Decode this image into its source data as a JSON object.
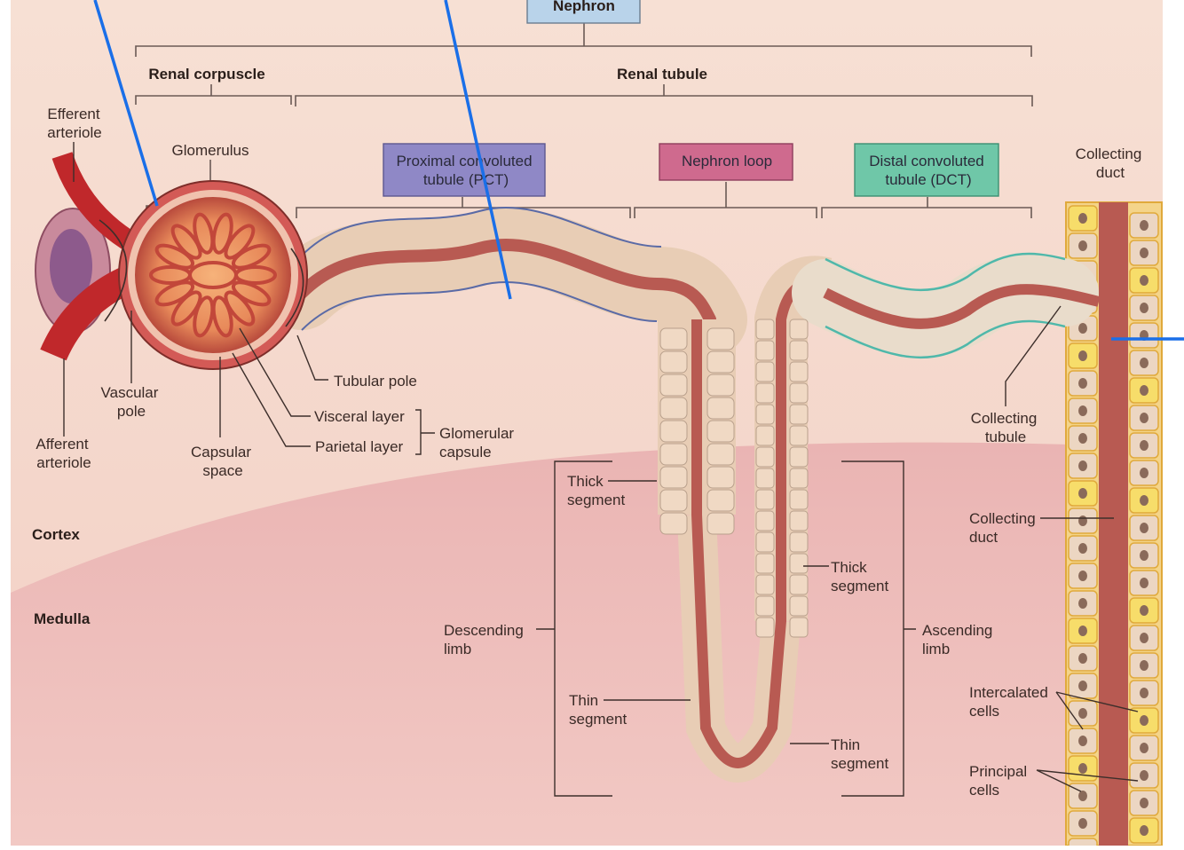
{
  "header": {
    "nephron": "Nephron",
    "renal_corpuscle": "Renal corpuscle",
    "renal_tubule": "Renal tubule"
  },
  "boxes": {
    "pct": [
      "Proximal convoluted",
      "tubule (PCT)"
    ],
    "loop": "Nephron loop",
    "dct": [
      "Distal convoluted",
      "tubule (DCT)"
    ]
  },
  "labels": {
    "efferent_arteriole": [
      "Efferent",
      "arteriole"
    ],
    "glomerulus": "Glomerulus",
    "collecting_duct_top": [
      "Collecting",
      "duct"
    ],
    "tubular_pole": "Tubular pole",
    "vascular_pole": [
      "Vascular",
      "pole"
    ],
    "visceral_layer": "Visceral layer",
    "parietal_layer": "Parietal layer",
    "glomerular_capsule": [
      "Glomerular",
      "capsule"
    ],
    "afferent_arteriole": [
      "Afferent",
      "arteriole"
    ],
    "capsular_space": [
      "Capsular",
      "space"
    ],
    "collecting_tubule": [
      "Collecting",
      "tubule"
    ],
    "thick_segment_desc": [
      "Thick",
      "segment"
    ],
    "collecting_duct_mid": [
      "Collecting",
      "duct"
    ],
    "thick_segment_asc": [
      "Thick",
      "segment"
    ],
    "descending_limb": [
      "Descending",
      "limb"
    ],
    "ascending_limb": [
      "Ascending",
      "limb"
    ],
    "thin_segment_desc": [
      "Thin",
      "segment"
    ],
    "intercalated_cells": [
      "Intercalated",
      "cells"
    ],
    "thin_segment_asc": [
      "Thin",
      "segment"
    ],
    "principal_cells": [
      "Principal",
      "cells"
    ]
  },
  "regions": {
    "cortex": "Cortex",
    "medulla": "Medulla"
  },
  "colors": {
    "cortex_bg": "#f6dcd0",
    "medulla_bg": "#ebaeb0",
    "pct_box": "#8f88c6",
    "loop_box": "#cf6a8e",
    "dct_box": "#6fc7a8",
    "nephron_box": "#b9d3ea",
    "annotation_blue": "#1a6fe8",
    "tubule_lumen": "#b85a52",
    "cell_fill": "#f0d9c4"
  }
}
